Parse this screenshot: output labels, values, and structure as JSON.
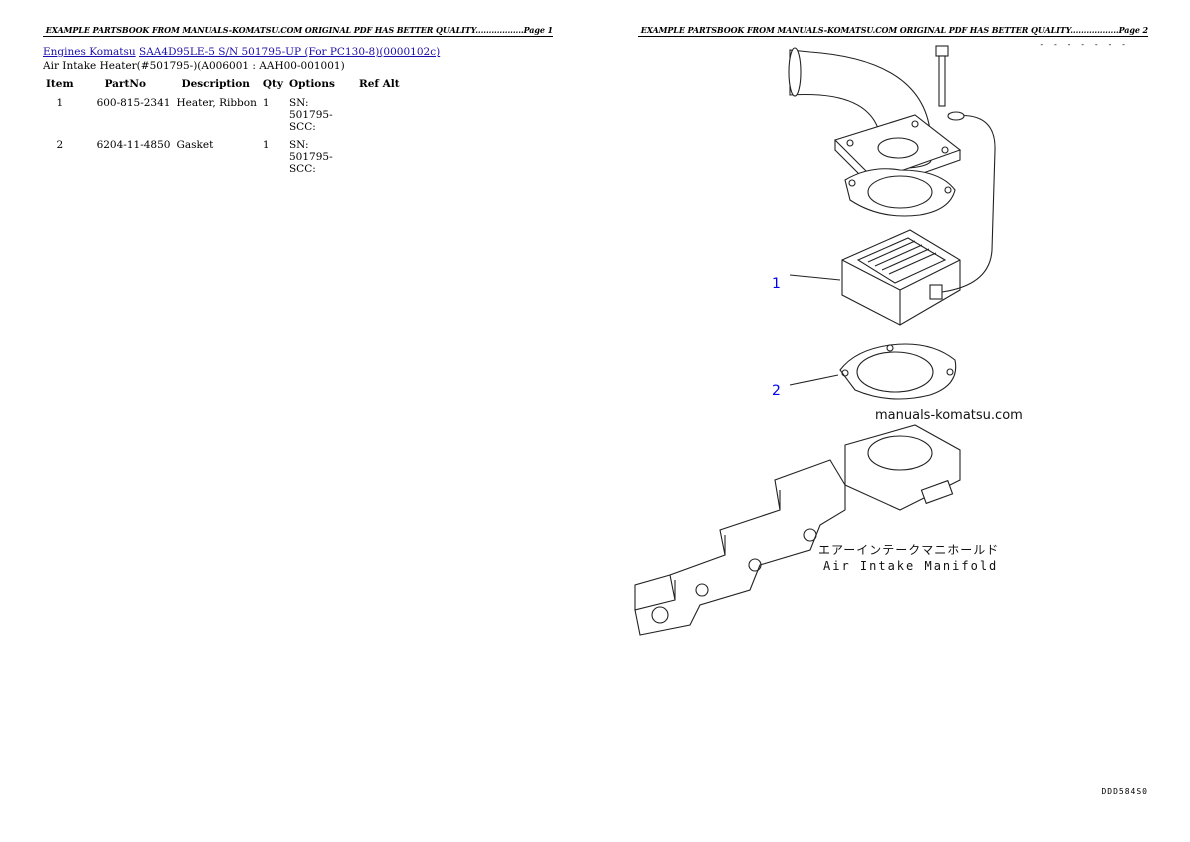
{
  "page1": {
    "banner": "EXAMPLE PARTSBOOK FROM MANUALS-KOMATSU.COM ORIGINAL PDF HAS BETTER QUALITY..................Page 1",
    "breadcrumb": {
      "link1": "Engines Komatsu",
      "link2": "SAA4D95LE-5 S/N 501795-UP (For PC130-8)(0000102c)"
    },
    "subtitle": "Air Intake Heater(#501795-)(A006001 : AAH00-001001)",
    "table": {
      "headers": [
        "Item",
        "PartNo",
        "Description",
        "Qty",
        "Options",
        "Ref Alt"
      ],
      "rows": [
        {
          "item": "1",
          "partno": "600-815-2341",
          "description": "Heater, Ribbon",
          "qty": "1",
          "options": "SN: 501795-SCC:",
          "ref_alt": ""
        },
        {
          "item": "2",
          "partno": "6204-11-4850",
          "description": "Gasket",
          "qty": "1",
          "options": "SN: 501795-SCC:",
          "ref_alt": ""
        }
      ]
    }
  },
  "page2": {
    "banner": "EXAMPLE PARTSBOOK FROM MANUALS-KOMATSU.COM ORIGINAL PDF HAS BETTER QUALITY..................Page 2",
    "top_code": "- - - - - - -",
    "callouts": [
      "1",
      "2"
    ],
    "watermark": "manuals-komatsu.com",
    "label_jp": "エアーインテークマニホールド",
    "label_en": "Air Intake Manifold",
    "figure_code": "DDD584S0"
  }
}
